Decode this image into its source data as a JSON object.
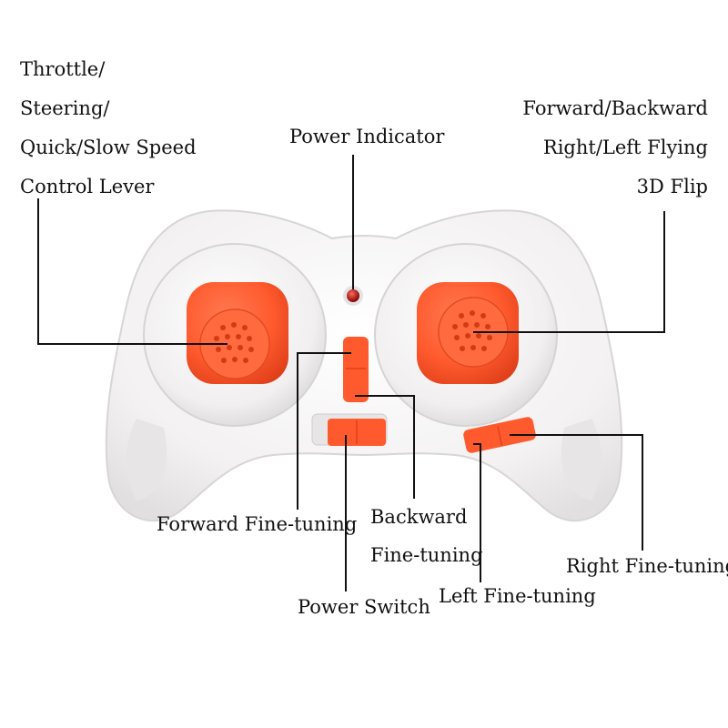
{
  "labels": {
    "throttle": [
      "Throttle/",
      "Steering/",
      "Quick/Slow Speed",
      "Control Lever"
    ],
    "power_indicator": "Power Indicator",
    "right_stick": [
      "Forward/Backward",
      "Right/Left Flying",
      "3D Flip"
    ],
    "forward_finetune": "Forward Fine-tuning",
    "backward_finetune": [
      "Backward",
      "Fine-tuning"
    ],
    "power_switch": "Power Switch",
    "left_finetune": "Left Fine-tuning",
    "right_finetune": "Right Fine-tuning"
  },
  "colors": {
    "accent": "#ff5a2e",
    "body": "#f5f3f4",
    "line": "#111111",
    "indicator": "#b30f0f"
  },
  "icons": {
    "left_stick": "joystick-pad-icon",
    "right_stick": "joystick-pad-icon",
    "indicator": "led-indicator-icon"
  }
}
